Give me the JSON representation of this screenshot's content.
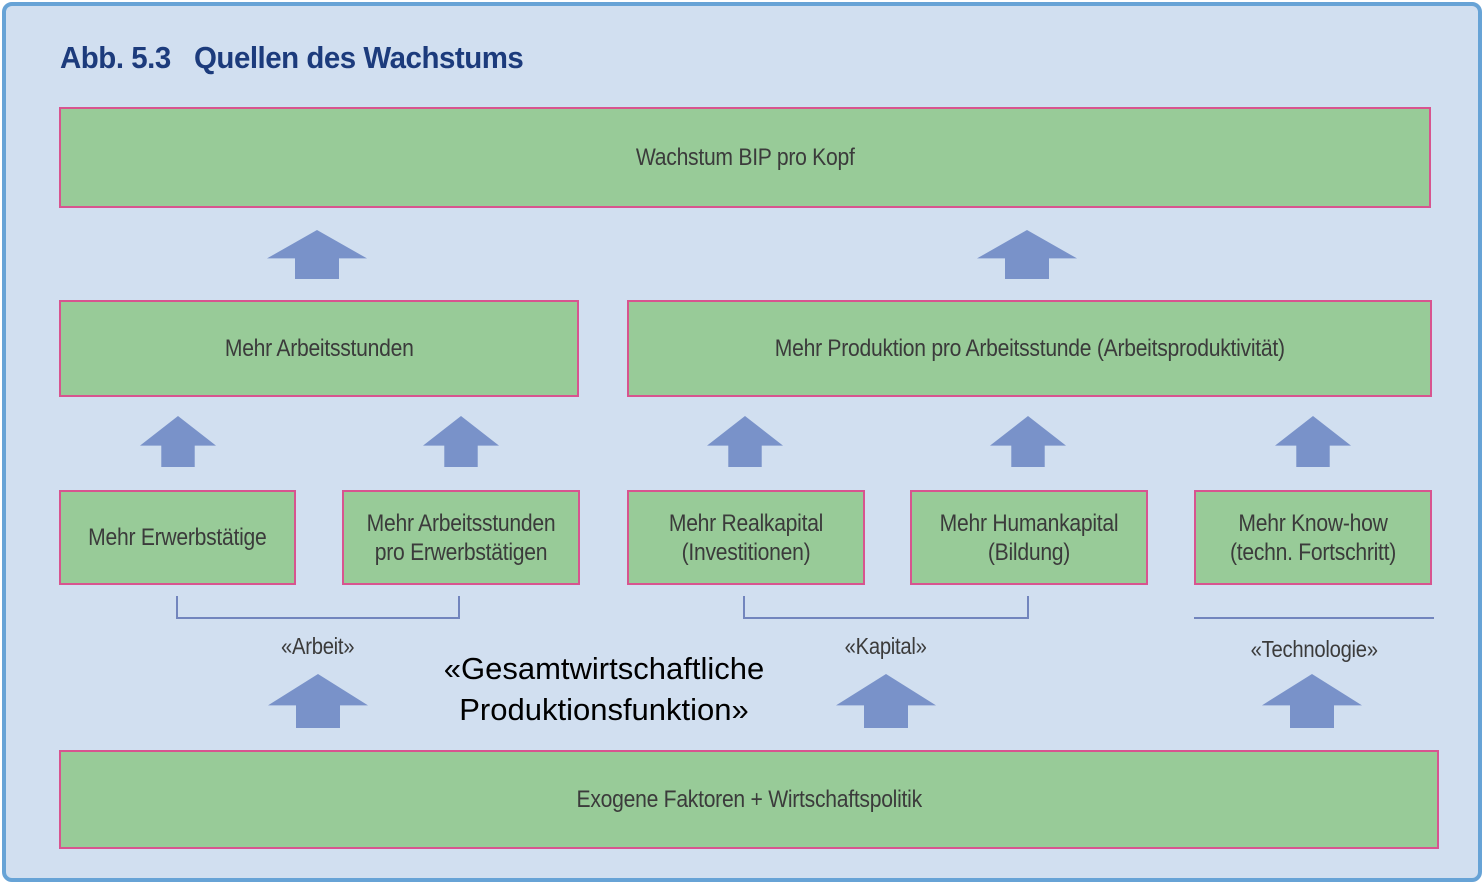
{
  "title": {
    "number": "Abb. 5.3",
    "text": "Quellen des Wachstums"
  },
  "boxes": {
    "top": "Wachstum BIP pro Kopf",
    "row2_left": "Mehr Arbeitsstunden",
    "row2_right": "Mehr Produktion pro Arbeitsstunde (Arbeitsproduktivität)",
    "row3": [
      "Mehr Erwerbstätige",
      "Mehr Arbeitsstunden pro Erwerbstätigen",
      "Mehr Realkapital (Investitionen)",
      "Mehr Humankapital (Bildung)",
      "Mehr Know-how (techn. Fortschritt)"
    ],
    "bottom": "Exogene Faktoren + Wirtschaftspolitik"
  },
  "labels": {
    "arbeit": "«Arbeit»",
    "kapital": "«Kapital»",
    "technologie": "«Technologie»"
  },
  "annotation": {
    "line1": "«Gesamtwirtschaftliche",
    "line2": "Produktionsfunktion»"
  },
  "colors": {
    "frame_border": "#67a3d6",
    "background": "#d1dff0",
    "box_fill": "#98cb98",
    "box_border": "#d8548f",
    "arrow_blue": "#7992c9",
    "bracket_blue": "#7285bd",
    "title_navy": "#1c3b7c",
    "text_dark": "#3b3b3b",
    "annotation_black": "#000000"
  }
}
